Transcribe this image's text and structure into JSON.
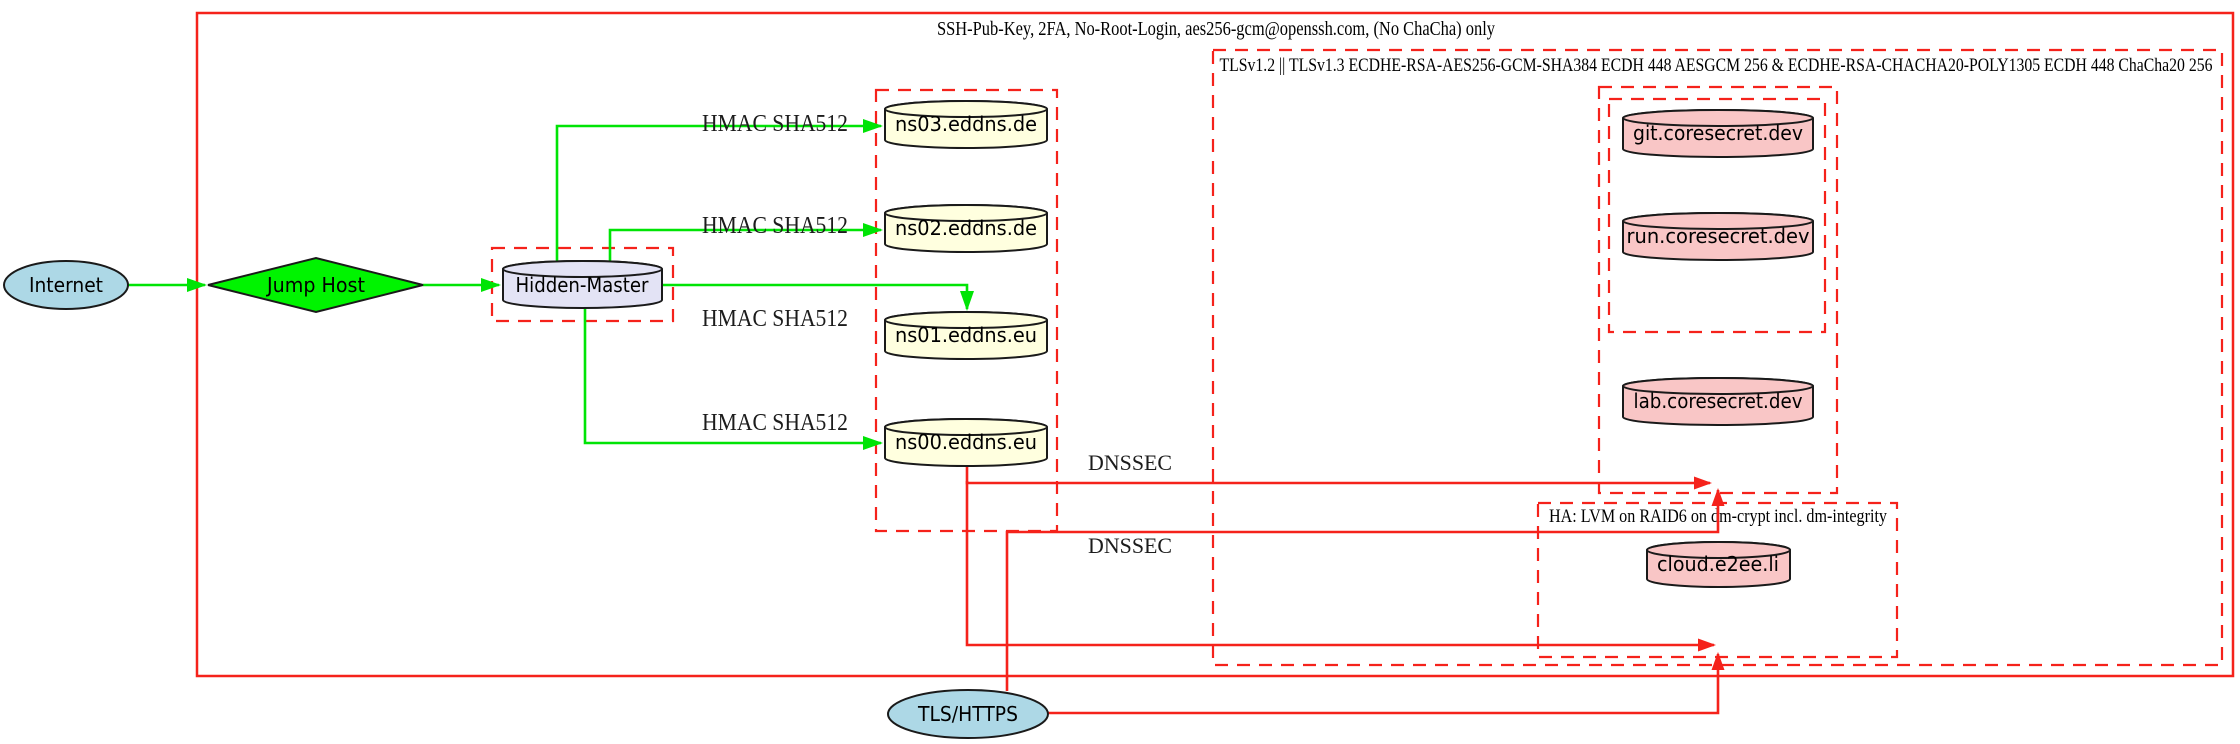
{
  "clusters": {
    "ssh_policy": {
      "label": "SSH-Pub-Key, 2FA, No-Root-Login, aes256-gcm@openssh.com, (No ChaCha) only"
    },
    "tls_policy": {
      "label": "TLSv1.2 || TLSv1.3 ECDHE-RSA-AES256-GCM-SHA384 ECDH 448 AESGCM 256 & ECDHE-RSA-CHACHA20-POLY1305 ECDH 448 ChaCha20 256"
    },
    "ha_storage": {
      "label": "HA: LVM on RAID6 on dm-crypt incl. dm-integrity"
    }
  },
  "nodes": {
    "internet": {
      "label": "Internet"
    },
    "jump_host": {
      "label": "Jump Host"
    },
    "hidden_master": {
      "label": "Hidden-Master"
    },
    "ns03": {
      "label": "ns03.eddns.de"
    },
    "ns02": {
      "label": "ns02.eddns.de"
    },
    "ns01": {
      "label": "ns01.eddns.eu"
    },
    "ns00": {
      "label": "ns00.eddns.eu"
    },
    "git": {
      "label": "git.coresecret.dev"
    },
    "run": {
      "label": "run.coresecret.dev"
    },
    "lab": {
      "label": "lab.coresecret.dev"
    },
    "cloud": {
      "label": "cloud.e2ee.li"
    },
    "tls_https": {
      "label": "TLS/HTTPS"
    }
  },
  "edge_labels": {
    "hmac_ns03": "HMAC SHA512",
    "hmac_ns02": "HMAC SHA512",
    "hmac_ns01": "HMAC SHA512",
    "hmac_ns00": "HMAC SHA512",
    "dnssec_upper": "DNSSEC",
    "dnssec_lower": "DNSSEC"
  },
  "colors": {
    "boundary_red": "#f5221b",
    "secure_green": "#00e405",
    "jump_fill_green": "#00f400",
    "endpoint_blue": "#add8e6",
    "dns_yellow": "#ffffdf",
    "service_pink": "#f9c6c6",
    "master_lavender": "#e3e3f5"
  }
}
